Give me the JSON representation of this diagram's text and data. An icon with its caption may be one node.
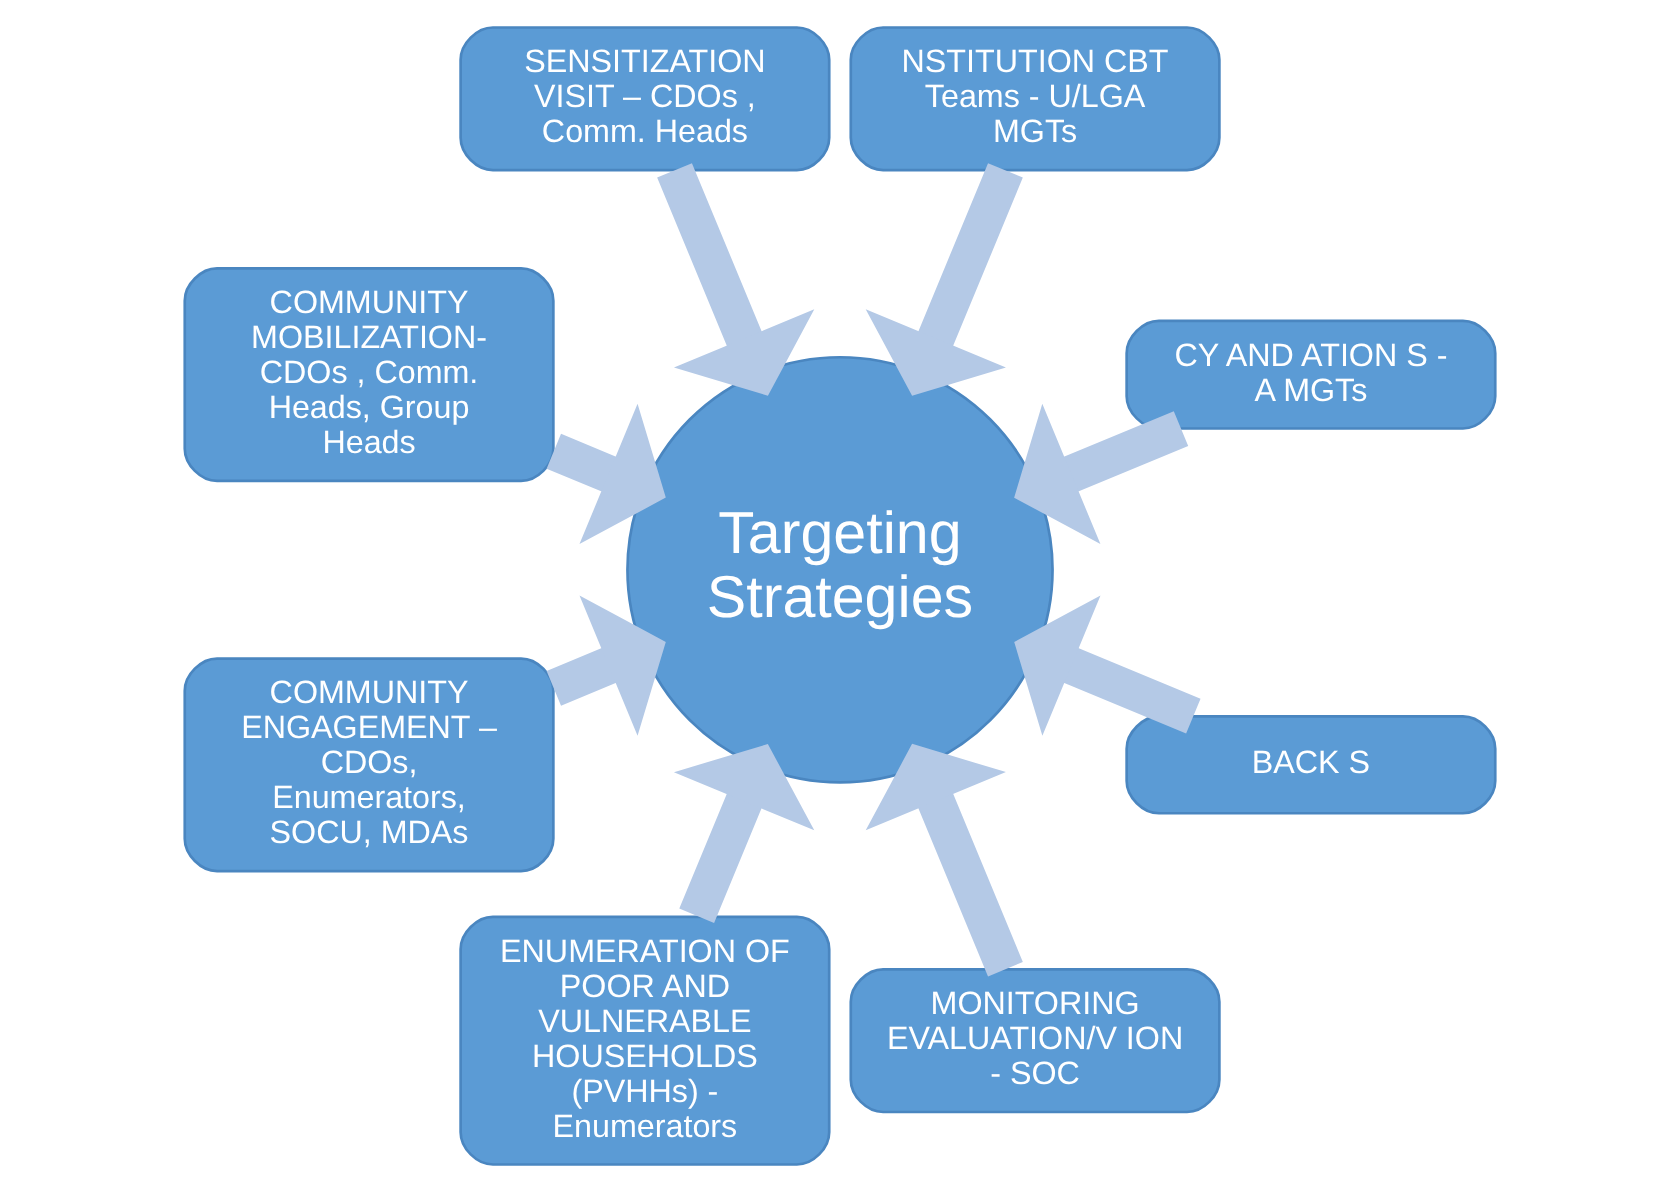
{
  "diagram": {
    "nodes": [
      {
        "text": [
          "CY AND ATION S - A MGTs"
        ]
      },
      {
        "text": [
          "NSTITUTION CBT Teams - U/LGA MGTs"
        ]
      },
      {
        "text": [
          "SENSITIZATION VISIT – CDOs , Comm. Heads"
        ]
      },
      {
        "text": [
          "COMMUNITY MOBILIZATION-CDOs , Comm. Heads, Group Heads"
        ]
      },
      {
        "text": [
          "COMMUNITY ENGAGEMENT – CDOs, Enumerators, SOCU, MDAs"
        ]
      },
      {
        "text": [
          "ENUMERATION OF POOR AND VULNERABLE HOUSEHOLDS (PVHHs) - Enumerators"
        ]
      },
      {
        "text": [
          "MONITORING EVALUATION/V ION - SOC"
        ]
      },
      {
        "text": [
          "BACK S"
        ]
      },
      {
        "text": [
          "Targeting Strategies"
        ]
      }
    ],
    "edges": [
      {
        "from": 0,
        "to": 8,
        "arrow": "to"
      },
      {
        "from": 1,
        "to": 8,
        "arrow": "to"
      },
      {
        "from": 2,
        "to": 8,
        "arrow": "to"
      },
      {
        "from": 3,
        "to": 8,
        "arrow": "to"
      },
      {
        "from": 4,
        "to": 8,
        "arrow": "to"
      },
      {
        "from": 5,
        "to": 8,
        "arrow": "to"
      },
      {
        "from": 6,
        "to": 8,
        "arrow": "to"
      },
      {
        "from": 7,
        "to": 8,
        "arrow": "to"
      }
    ]
  }
}
